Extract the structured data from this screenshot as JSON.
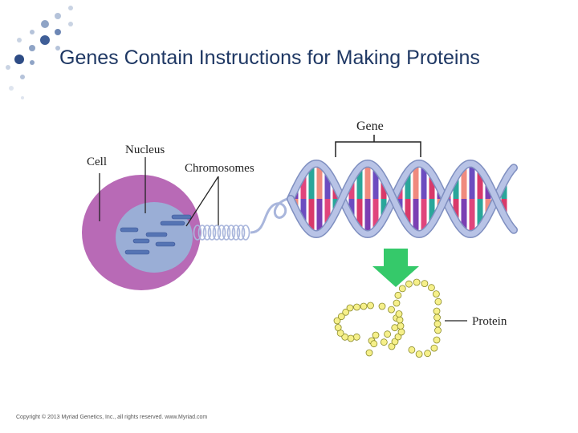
{
  "slide": {
    "title": "Genes Contain Instructions for Making Proteins",
    "copyright": "Copyright © 2013 Myriad Genetics, Inc., all rights reserved. www.Myriad.com"
  },
  "diagram": {
    "labels": {
      "gene": "Gene",
      "nucleus": "Nucleus",
      "cell": "Cell",
      "chromosomes": "Chromosomes",
      "protein": "Protein"
    },
    "colors": {
      "cell": "#b86ab6",
      "nucleus": "#9aaed6",
      "chromosome": "#5574b4",
      "dna_backbone": "#b8c3e6",
      "arrow": "#35c96a",
      "protein_bead": "#f6f08a",
      "rungs": [
        "#7b3fb3",
        "#e0457c",
        "#2aa69a",
        "#f08a7e",
        "#6c4cc0",
        "#d83a6a"
      ]
    }
  }
}
